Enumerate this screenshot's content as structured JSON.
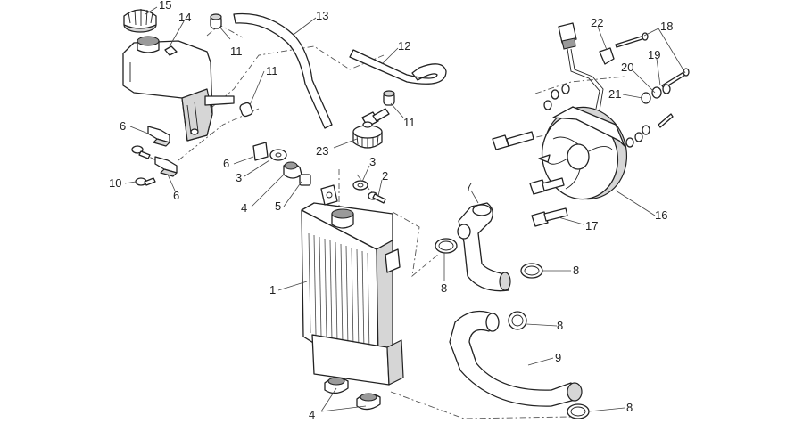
{
  "callouts": {
    "c1": "1",
    "c2": "2",
    "c3a": "3",
    "c3b": "3",
    "c4a": "4",
    "c4b": "4",
    "c5": "5",
    "c6a": "6",
    "c6b": "6",
    "c6c": "6",
    "c7": "7",
    "c8a": "8",
    "c8b": "8",
    "c8c": "8",
    "c8d": "8",
    "c9": "9",
    "c10": "10",
    "c11a": "11",
    "c11b": "11",
    "c11c": "11",
    "c12": "12",
    "c13": "13",
    "c14": "14",
    "c15": "15",
    "c16": "16",
    "c17": "17",
    "c18": "18",
    "c19": "19",
    "c20": "20",
    "c21": "21",
    "c22": "22",
    "c23": "23"
  }
}
